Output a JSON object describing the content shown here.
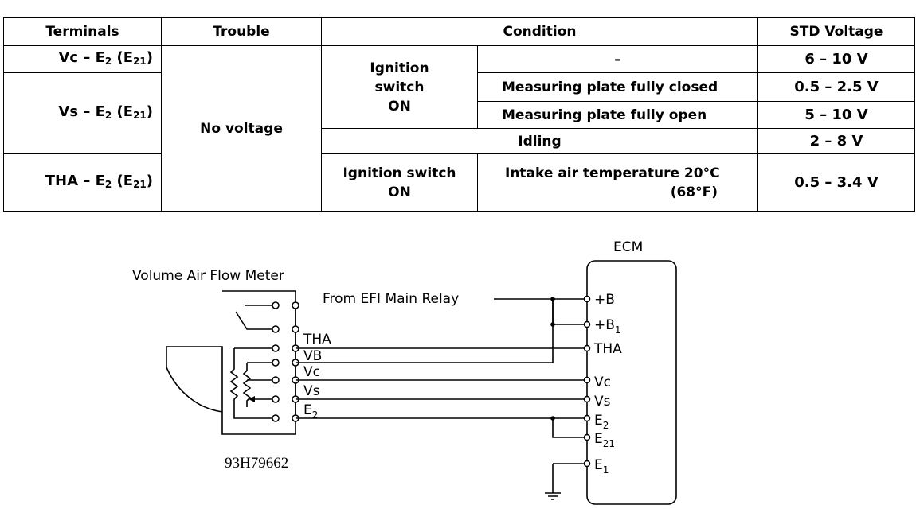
{
  "table": {
    "headers": [
      "Terminals",
      "Trouble",
      "Condition",
      "STD Voltage"
    ],
    "rows": {
      "vc": {
        "terminal": "Vc – E",
        "terminal_sub": "2",
        "terminal_paren": "(E",
        "terminal_paren_sub": "21",
        "voltage": "6 – 10 V"
      },
      "vs": {
        "terminal": "Vs – E",
        "terminal_sub": "2",
        "terminal_paren": "(E",
        "terminal_paren_sub": "21"
      },
      "tha": {
        "terminal": "THA – E",
        "terminal_sub": "2",
        "terminal_paren": "(E",
        "terminal_paren_sub": "21",
        "voltage": "0.5 – 3.4 V"
      },
      "trouble": "No voltage",
      "ign1": [
        "Ignition",
        "switch",
        "ON"
      ],
      "dash": "–",
      "closed": {
        "label": "Measuring plate fully closed",
        "voltage": "0.5 – 2.5 V"
      },
      "open": {
        "label": "Measuring plate fully open",
        "voltage": "5 – 10 V"
      },
      "idling": {
        "label": "Idling",
        "voltage": "2 – 8 V"
      },
      "ign2": [
        "Ignition switch",
        "ON"
      ],
      "intake": {
        "line1": "Intake air temperature 20°C",
        "line2": "(68°F)"
      }
    }
  },
  "diagram": {
    "meter_label": "Volume Air Flow Meter",
    "ecm_label": "ECM",
    "relay_label": "From EFI Main Relay",
    "meter_terminals": {
      "tha": "THA",
      "vb": "VB",
      "vc": "Vc",
      "vs": "Vs",
      "e2": "E",
      "e2_sub": "2"
    },
    "ecm_terminals": {
      "b": "+B",
      "b1": "+B",
      "b1_sub": "1",
      "tha": "THA",
      "vc": "Vc",
      "vs": "Vs",
      "e2": "E",
      "e2_sub": "2",
      "e21": "E",
      "e21_sub": "21",
      "e1": "E",
      "e1_sub": "1"
    },
    "figure_code": "93H79662"
  }
}
